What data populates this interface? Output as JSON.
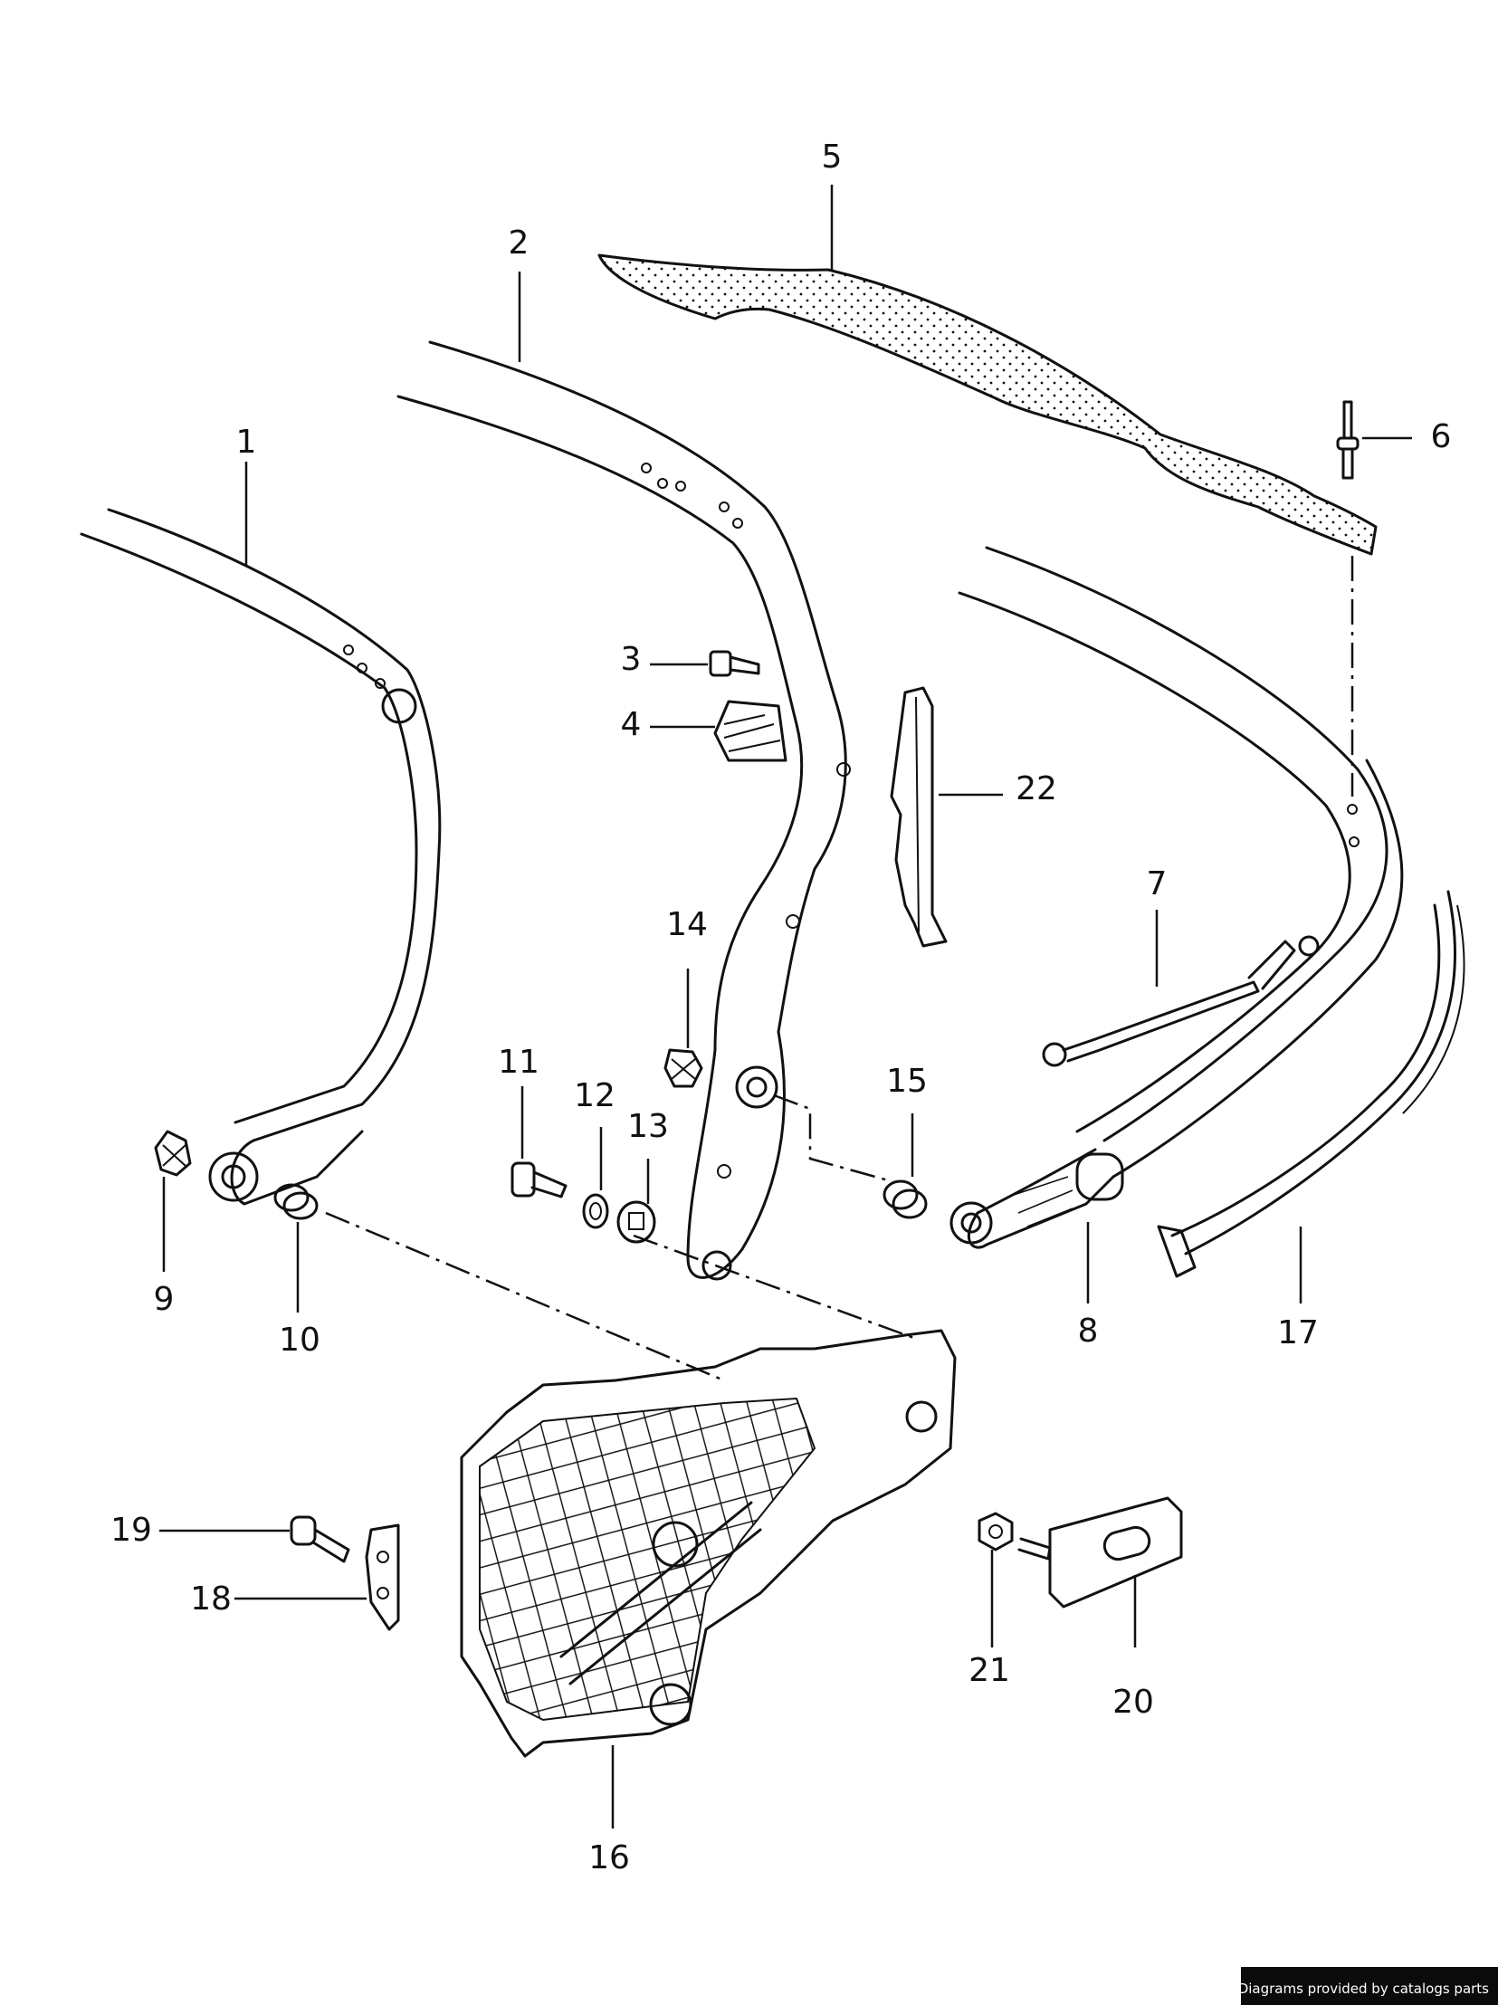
{
  "callouts": [
    "1",
    "2",
    "3",
    "4",
    "5",
    "6",
    "7",
    "8",
    "9",
    "10",
    "11",
    "12",
    "13",
    "14",
    "15",
    "16",
    "17",
    "18",
    "19",
    "20",
    "21",
    "22"
  ],
  "credit": "Diagrams provided by catalogs parts",
  "colors": {
    "line": "#111111",
    "background": "#ffffff",
    "credit_bg": "#0b0b0b",
    "credit_text": "#ffffff"
  }
}
